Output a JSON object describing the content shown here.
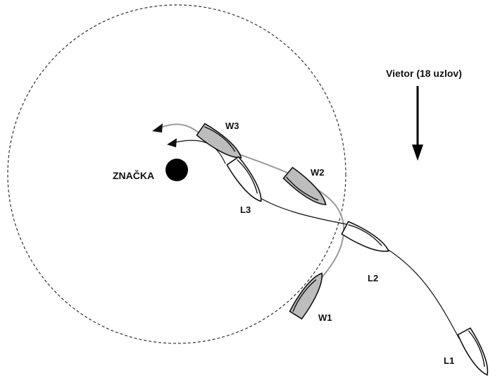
{
  "diagram": {
    "mark_label": "ZNAČKA",
    "wind_label": "Vietor (18 uzlov)",
    "boats": [
      {
        "id": "W1",
        "label": "W1",
        "hull_color": "#bdbdbd"
      },
      {
        "id": "W2",
        "label": "W2",
        "hull_color": "#bdbdbd"
      },
      {
        "id": "W3",
        "label": "W3",
        "hull_color": "#bdbdbd"
      },
      {
        "id": "L1",
        "label": "L1",
        "hull_color": "#ffffff"
      },
      {
        "id": "L2",
        "label": "L2",
        "hull_color": "#ffffff"
      },
      {
        "id": "L3",
        "label": "L3",
        "hull_color": "#ffffff"
      }
    ],
    "colors": {
      "windward_track": "#9a9a9a",
      "leeward_track": "#111111",
      "zone_circle": "#333333",
      "mark": "#000000"
    }
  }
}
